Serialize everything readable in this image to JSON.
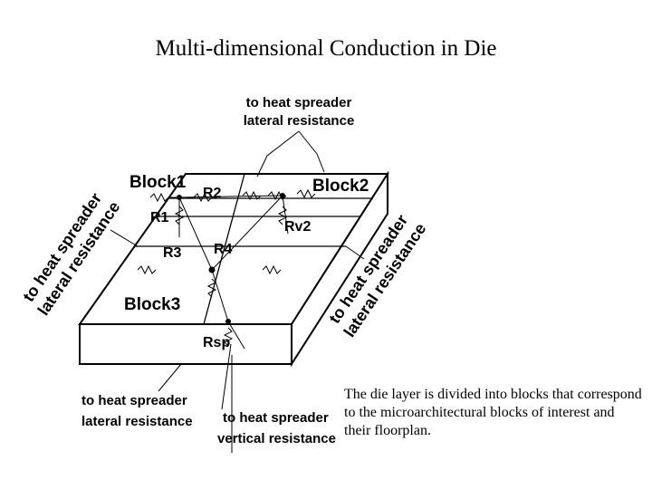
{
  "title": "Multi-dimensional Conduction in Die",
  "diagram": {
    "blocks": [
      "Block1",
      "Block2",
      "Block3"
    ],
    "resistors": [
      "R1",
      "R2",
      "R3",
      "R4",
      "Rv2",
      "Rsp"
    ],
    "callouts": {
      "top_line1": "to heat spreader",
      "top_line2": "lateral resistance",
      "left_line1": "to heat spreader",
      "left_line2": "lateral resistance",
      "right_line1": "to heat spreader",
      "right_line2": "lateral resistance",
      "bottom_left_line1": "to heat spreader",
      "bottom_left_line2": "lateral resistance",
      "bottom_right_line1": "to heat spreader",
      "bottom_right_line2": "vertical resistance"
    }
  },
  "caption": "The die layer is divided into blocks that correspond to the microarchitectural blocks of interest and their floorplan."
}
